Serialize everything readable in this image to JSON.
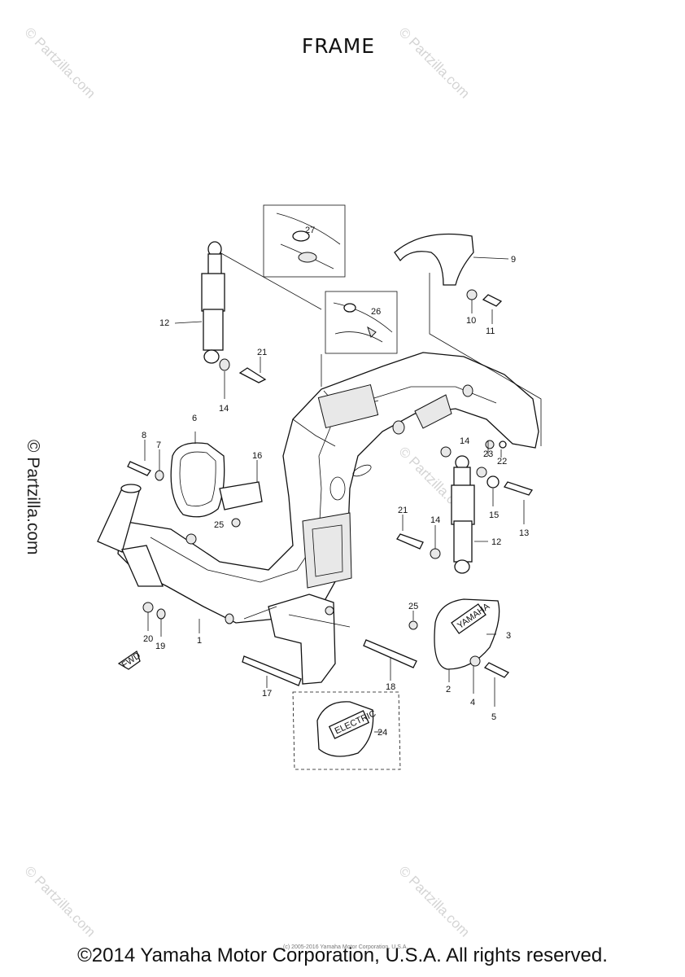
{
  "title": "FRAME",
  "watermark": "© Partzilla.com",
  "side_watermark": "© Partzilla.com",
  "small_credit": "(c) 2005-2016 Yamaha Motor Corporation, U.S.A.",
  "copyright": "©2014 Yamaha Motor Corporation, U.S.A. All rights reserved.",
  "logo_texts": {
    "badge": "YAMAHA",
    "cover": "ELECTRIC",
    "fwd": "FWD"
  },
  "callouts": [
    {
      "id": "c1",
      "label": "1"
    },
    {
      "id": "c2",
      "label": "2"
    },
    {
      "id": "c3",
      "label": "3"
    },
    {
      "id": "c4",
      "label": "4"
    },
    {
      "id": "c5",
      "label": "5"
    },
    {
      "id": "c6",
      "label": "6"
    },
    {
      "id": "c7",
      "label": "7"
    },
    {
      "id": "c8",
      "label": "8"
    },
    {
      "id": "c9",
      "label": "9"
    },
    {
      "id": "c10",
      "label": "10"
    },
    {
      "id": "c11",
      "label": "11"
    },
    {
      "id": "c12a",
      "label": "12"
    },
    {
      "id": "c12b",
      "label": "12"
    },
    {
      "id": "c13",
      "label": "13"
    },
    {
      "id": "c14a",
      "label": "14"
    },
    {
      "id": "c14b",
      "label": "14"
    },
    {
      "id": "c14c",
      "label": "14"
    },
    {
      "id": "c15",
      "label": "15"
    },
    {
      "id": "c16",
      "label": "16"
    },
    {
      "id": "c17",
      "label": "17"
    },
    {
      "id": "c18",
      "label": "18"
    },
    {
      "id": "c19",
      "label": "19"
    },
    {
      "id": "c20",
      "label": "20"
    },
    {
      "id": "c21a",
      "label": "21"
    },
    {
      "id": "c21b",
      "label": "21"
    },
    {
      "id": "c22",
      "label": "22"
    },
    {
      "id": "c23",
      "label": "23"
    },
    {
      "id": "c24",
      "label": "24"
    },
    {
      "id": "c25a",
      "label": "25"
    },
    {
      "id": "c25b",
      "label": "25"
    },
    {
      "id": "c26",
      "label": "26"
    },
    {
      "id": "c27",
      "label": "27"
    }
  ]
}
